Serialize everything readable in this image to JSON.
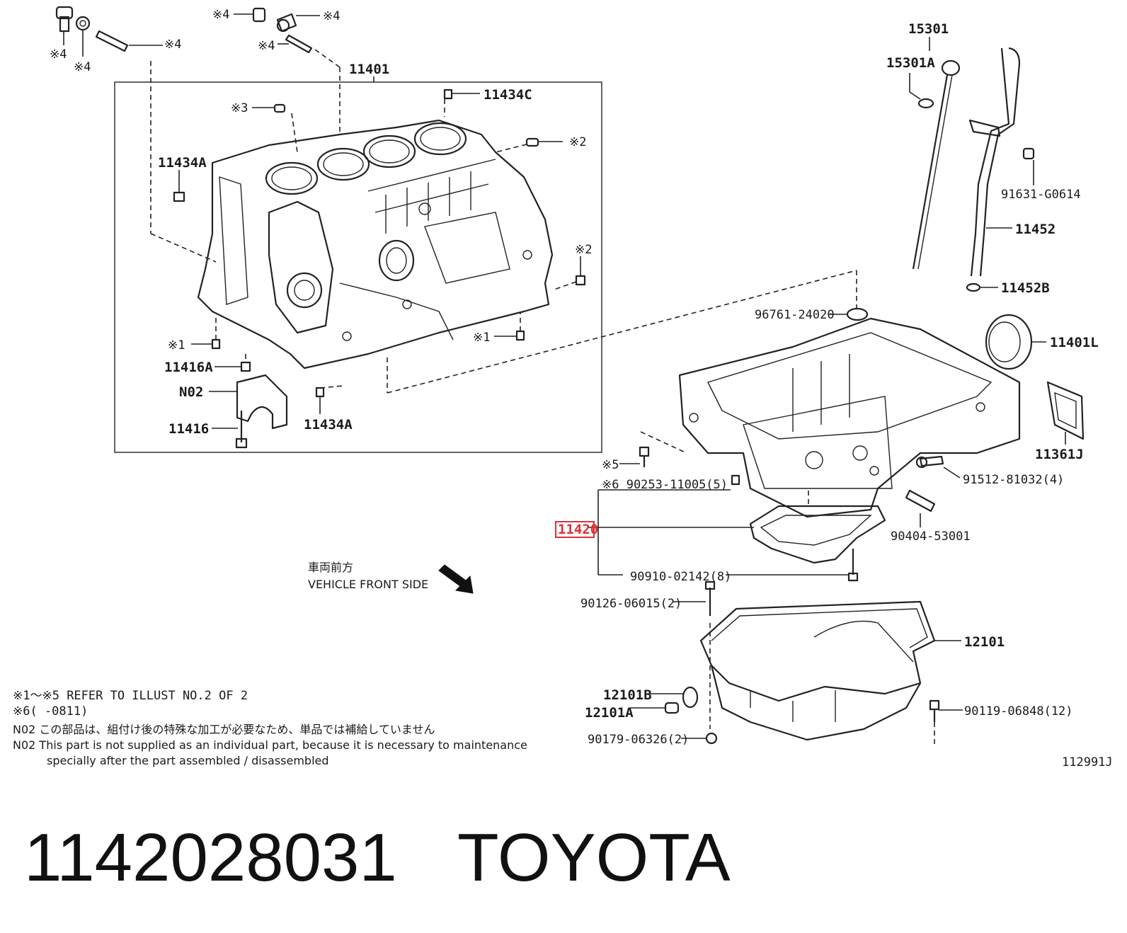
{
  "diagram": {
    "callouts": {
      "ref_4_a": "※4",
      "ref_4_b": "※4",
      "ref_4_c": "※4",
      "ref_4_d": "※4",
      "ref_4_e": "※4",
      "ref_4_f": "※4",
      "ref_3": "※3",
      "ref_2_a": "※2",
      "ref_2_b": "※2",
      "ref_1_a": "※1",
      "ref_1_b": "※1",
      "ref_5": "※5",
      "p11401": "11401",
      "p11434C": "11434C",
      "p11434A_top": "11434A",
      "p11416A": "11416A",
      "pN02": "N02",
      "p11416": "11416",
      "p11434A_bot": "11434A",
      "p15301": "15301",
      "p15301A": "15301A",
      "p91631": "91631-G0614",
      "p11452": "11452",
      "p11452B": "11452B",
      "p96761": "96761-24020",
      "p11401L": "11401L",
      "p11361J": "11361J",
      "p91512": "91512-81032(4)",
      "p90253": "※6 90253-11005(5)",
      "p11420": "11420",
      "p90404": "90404-53001",
      "p90910": "90910-02142(8)",
      "p90126": "90126-06015(2)",
      "p12101": "12101",
      "p12101B": "12101B",
      "p12101A": "12101A",
      "p90119": "90119-06848(12)",
      "p90179": "90179-06326(2)",
      "illust_id": "112991J"
    },
    "front_label_jp": "車両前方",
    "front_label_en": "VEHICLE FRONT SIDE",
    "highlight_color": "#e0303a"
  },
  "notes": [
    "※1～※5 REFER TO ILLUST NO.2 OF 2",
    "※6(      -0811)",
    "N02  この部品は、組付け後の特殊な加工が必要なため、単品では補給していません",
    "N02  This part is not supplied as an individual part, because it is necessary to maintenance",
    "specially after the part assembled / disassembled"
  ],
  "footer": {
    "part_number": "1142028031",
    "brand": "TOYOTA"
  }
}
